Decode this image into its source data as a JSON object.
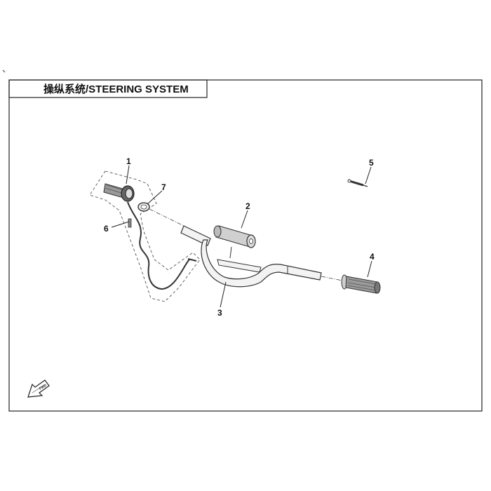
{
  "diagram": {
    "title": "操纵系统/STEERING SYSTEM",
    "callouts": [
      {
        "id": "1",
        "label": "1"
      },
      {
        "id": "2",
        "label": "2"
      },
      {
        "id": "3",
        "label": "3"
      },
      {
        "id": "4",
        "label": "4"
      },
      {
        "id": "5",
        "label": "5"
      },
      {
        "id": "6",
        "label": "6"
      },
      {
        "id": "7",
        "label": "7"
      }
    ],
    "direction_marker": "FWD"
  }
}
